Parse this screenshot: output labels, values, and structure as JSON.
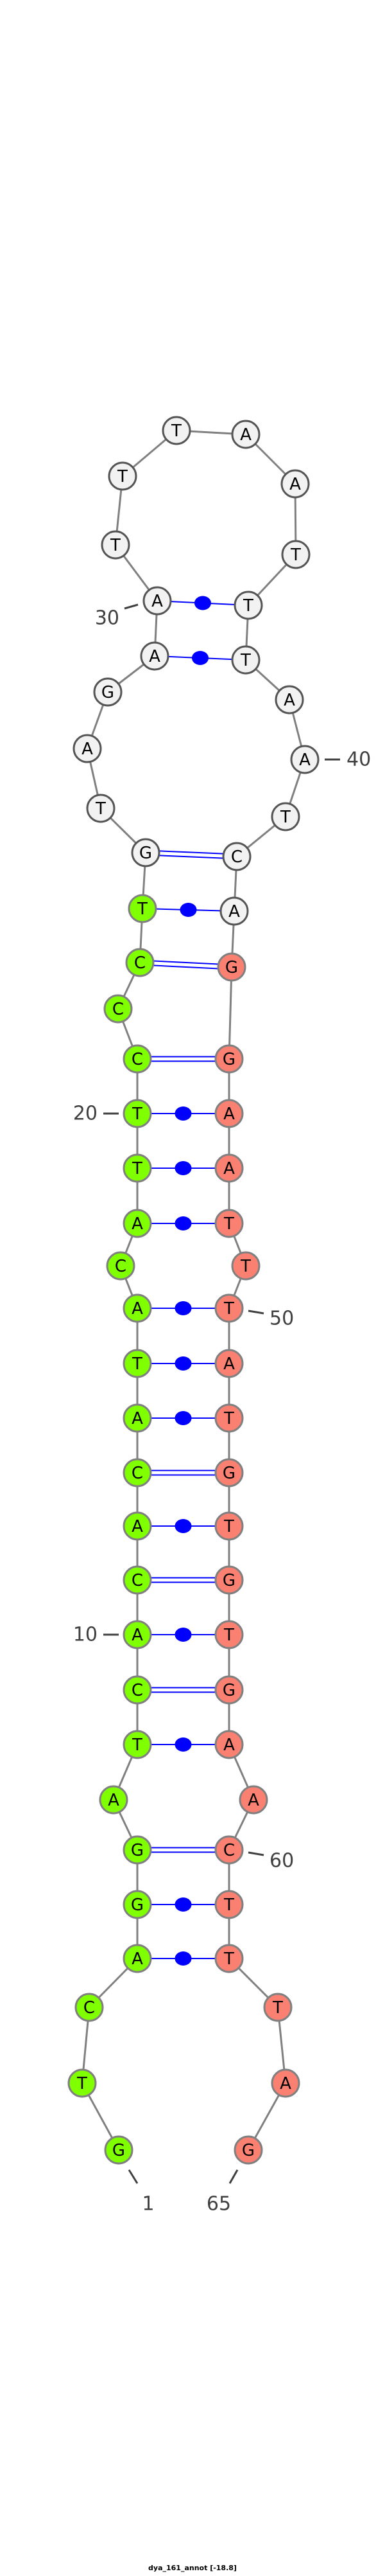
{
  "caption": "dya_161_annot [-18.8]",
  "colors": {
    "region1": "#7fff00",
    "region2": "#f2f2f2",
    "region3": "#fa8072",
    "pair": "#0000ff",
    "backbone": "#808080"
  },
  "sequence": "GTCAGGATCACACATACATTCCCTGTAGAATTTAATTTAATCAGGAATTTATGTGTGAACTTTAG",
  "regions": [
    {
      "start": 1,
      "end": 24,
      "color": "region1"
    },
    {
      "start": 25,
      "end": 43,
      "color": "region2"
    },
    {
      "start": 44,
      "end": 65,
      "color": "region3"
    }
  ],
  "pairs": [
    [
      4,
      62
    ],
    [
      5,
      61
    ],
    [
      6,
      60
    ],
    [
      8,
      58
    ],
    [
      9,
      57
    ],
    [
      10,
      56
    ],
    [
      11,
      55
    ],
    [
      12,
      54
    ],
    [
      13,
      53
    ],
    [
      14,
      52
    ],
    [
      15,
      51
    ],
    [
      16,
      50
    ],
    [
      18,
      48
    ],
    [
      19,
      47
    ],
    [
      20,
      46
    ],
    [
      21,
      45
    ],
    [
      23,
      44
    ],
    [
      24,
      43
    ],
    [
      25,
      42
    ],
    [
      29,
      38
    ],
    [
      30,
      37
    ]
  ],
  "numbering": [
    {
      "index": 1,
      "label": "1"
    },
    {
      "index": 10,
      "label": "10"
    },
    {
      "index": 20,
      "label": "20"
    },
    {
      "index": 30,
      "label": "30"
    },
    {
      "index": 40,
      "label": "40"
    },
    {
      "index": 50,
      "label": "50"
    },
    {
      "index": 60,
      "label": "60"
    },
    {
      "index": 65,
      "label": "65"
    }
  ]
}
